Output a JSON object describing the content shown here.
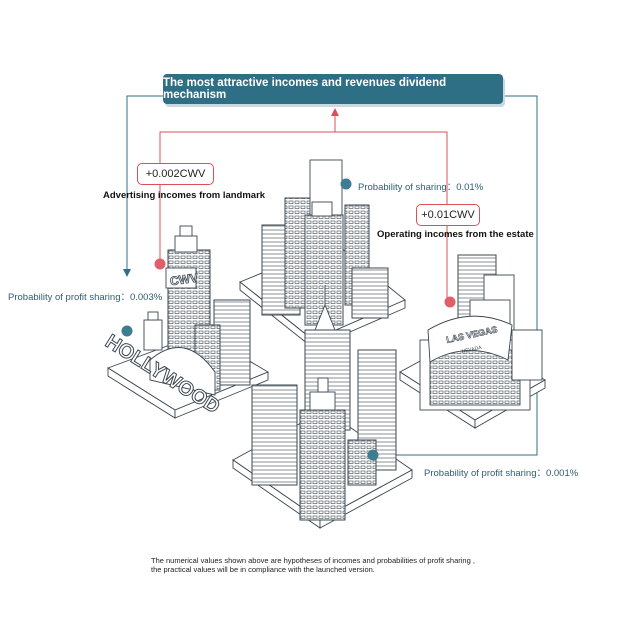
{
  "title": "The most attractive incomes and revenues dividend mechanism",
  "left_income": {
    "value": "+0.002CWV",
    "label": "Advertising incomes from landmark",
    "probability": "Probability of profit sharing：0.003%"
  },
  "center_income": {
    "probability": "Probability of sharing：0.01%"
  },
  "right_income": {
    "value": "+0.01CWV",
    "label": "Operating incomes from the estate"
  },
  "bottom_income": {
    "probability": "Probability of profit sharing：0.001%"
  },
  "signs": {
    "hollywood": "HOLLYWOOD",
    "cwv": "CWV",
    "las_vegas": "LAS VEGAS",
    "nevada": "NEVADA"
  },
  "footnote": {
    "line1": "The numerical values shown above are hypotheses of incomes and probabilities of profit sharing ,",
    "line2": "the practical values will be in compliance with the launched version."
  },
  "colors": {
    "teal": "#2f6f86",
    "red": "#d9505a",
    "line": "#3b4650"
  }
}
